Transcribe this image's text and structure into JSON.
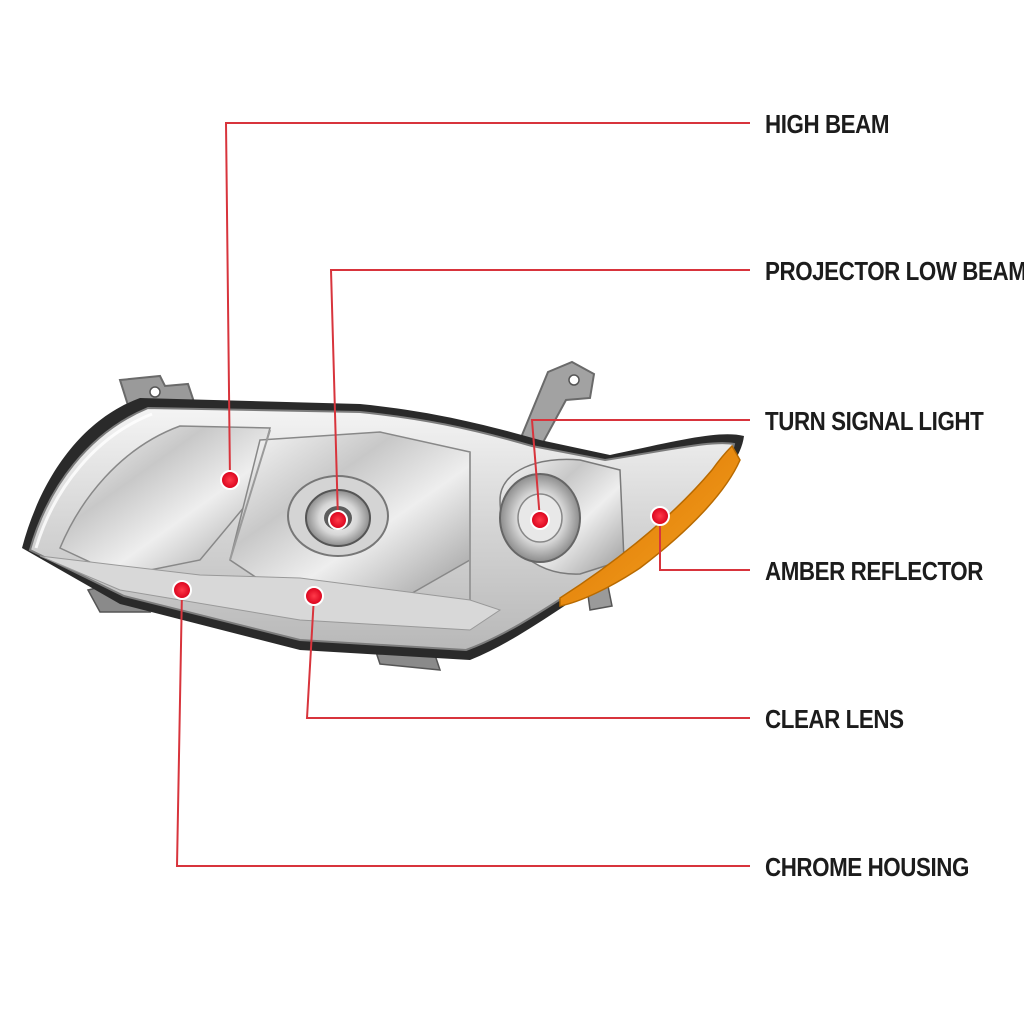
{
  "accent_color": "#d8343c",
  "marker_color": "#e8001c",
  "amber_color": "#f0a020",
  "callouts": [
    {
      "id": "high-beam",
      "label": "HIGH BEAM"
    },
    {
      "id": "projector-low-beam",
      "label": "PROJECTOR LOW BEAM"
    },
    {
      "id": "turn-signal-light",
      "label": "TURN SIGNAL LIGHT"
    },
    {
      "id": "amber-reflector",
      "label": "AMBER REFLECTOR"
    },
    {
      "id": "clear-lens",
      "label": "CLEAR LENS"
    },
    {
      "id": "chrome-housing",
      "label": "CHROME HOUSING"
    }
  ]
}
